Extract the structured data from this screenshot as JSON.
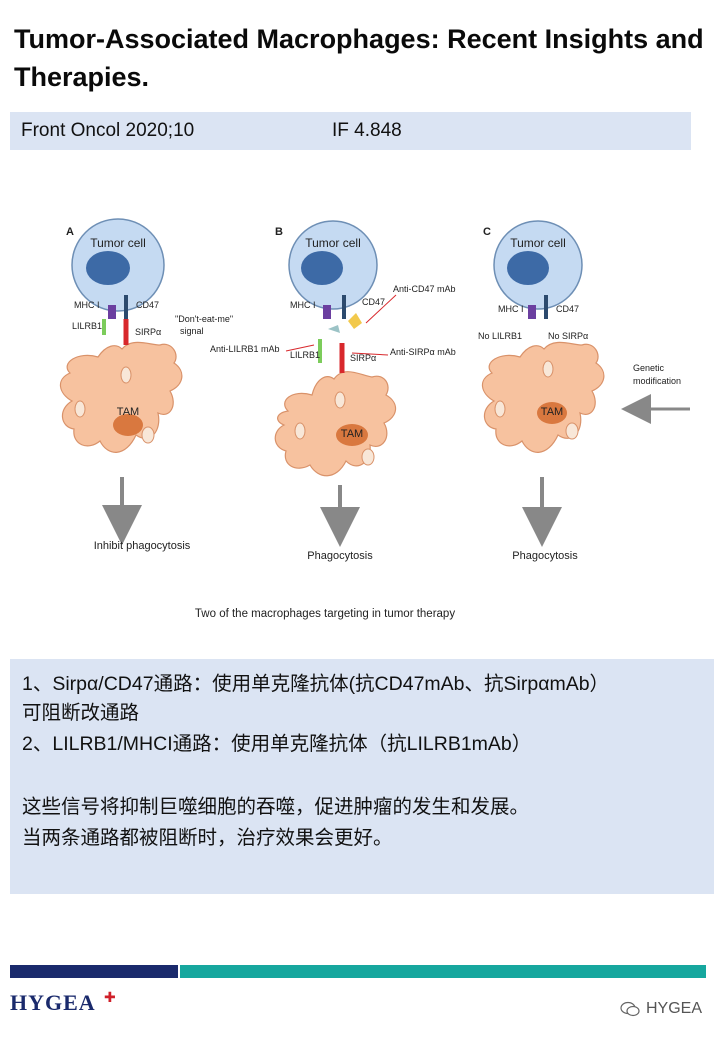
{
  "title": "Tumor-Associated Macrophages: Recent Insights and Therapies.",
  "citation": {
    "journal": "Front Oncol 2020;10",
    "impact_factor": "IF 4.848"
  },
  "figure": {
    "caption": "Two of the macrophages targeting in tumor therapy",
    "panels": [
      {
        "letter": "A",
        "tumor_cell": "Tumor cell",
        "mhc": "MHC I",
        "cd47": "CD47",
        "lilrb1": "LILRB1",
        "sirpa": "SIRPα",
        "signal_line1": "\"Don't-eat-me\"",
        "signal_line2": "signal",
        "tam": "TAM",
        "outcome": "Inhibit phagocytosis"
      },
      {
        "letter": "B",
        "tumor_cell": "Tumor cell",
        "mhc": "MHC I",
        "cd47": "CD47",
        "lilrb1": "LILRB1",
        "sirpa": "SIRPα",
        "anti_cd47": "Anti-CD47 mAb",
        "anti_lilrb1": "Anti-LILRB1 mAb",
        "anti_sirpa": "Anti-SIRPα mAb",
        "tam": "TAM",
        "outcome": "Phagocytosis"
      },
      {
        "letter": "C",
        "tumor_cell": "Tumor cell",
        "mhc": "MHC I",
        "cd47": "CD47",
        "no_lilrb1": "No LILRB1",
        "no_sirpa": "No SIRPα",
        "genetic_line1": "Genetic",
        "genetic_line2": "modification",
        "tam": "TAM",
        "outcome": "Phagocytosis"
      }
    ]
  },
  "notes": {
    "line1": "1、Sirpα/CD47通路：使用单克隆抗体(抗CD47mAb、抗SirpαmAb）",
    "line2": "可阻断改通路",
    "line3": "2、LILRB1/MHCI通路：使用单克隆抗体（抗LILRB1mAb）",
    "line4": "这些信号将抑制巨噬细胞的吞噬，促进肿瘤的发生和发展。",
    "line5": "当两条通路都被阻断时，治疗效果会更好。"
  },
  "footer": {
    "logo": "HYGEA",
    "watermark": "HYGEA"
  },
  "colors": {
    "title_bar": "#dbe4f3",
    "footer_dark": "#1a2a6c",
    "footer_teal": "#16a79e",
    "tumor_cell": "#c5daf2",
    "macrophage": "#f7c29f",
    "receptor_red": "#d8282c",
    "receptor_green": "#7ccc5b",
    "mhc_purple": "#6b3fa0"
  }
}
